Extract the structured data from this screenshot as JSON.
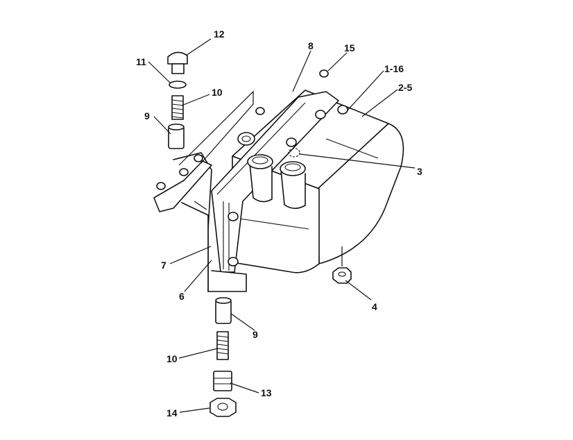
{
  "callouts": {
    "c1": "12",
    "c2": "11",
    "c3": "10",
    "c4": "9",
    "c5": "8",
    "c6": "15",
    "c7": "1-16",
    "c8": "2-5",
    "c9": "3",
    "c10": "7",
    "c11": "6",
    "c12": "4",
    "c13": "9",
    "c14": "10",
    "c15": "13",
    "c16": "14"
  },
  "colors": {
    "line": "#111111",
    "background": "#ffffff"
  }
}
